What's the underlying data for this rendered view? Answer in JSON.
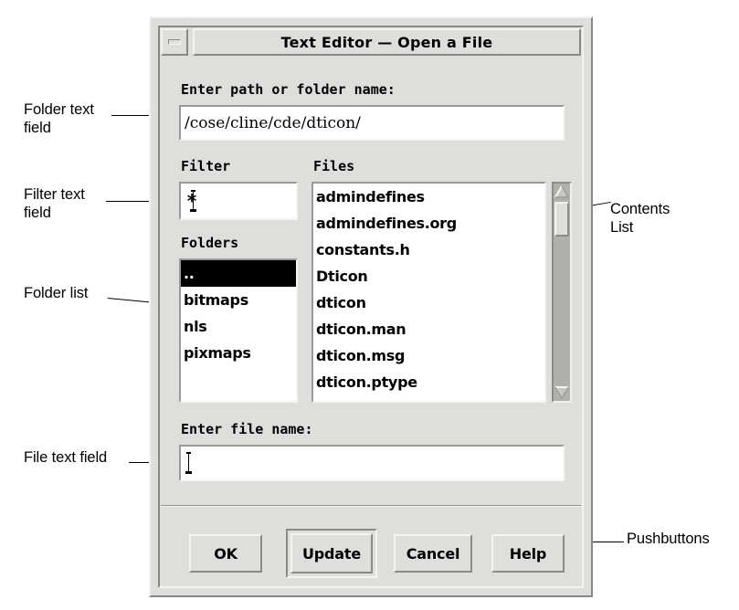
{
  "window": {
    "title": "Text Editor — Open a File",
    "minimize_label": "minimize"
  },
  "dialog": {
    "path_label": "Enter path or folder name:",
    "path_value": "/cose/cline/cde/dticon/",
    "filter_label": "Filter",
    "filter_value": "*",
    "folders_label": "Folders",
    "folders": [
      {
        "name": "..",
        "selected": true
      },
      {
        "name": "bitmaps",
        "selected": false
      },
      {
        "name": "nls",
        "selected": false
      },
      {
        "name": "pixmaps",
        "selected": false
      }
    ],
    "files_label": "Files",
    "files": [
      "admindefines",
      "admindefines.org",
      "constants.h",
      "Dticon",
      "dticon",
      "dticon.man",
      "dticon.msg",
      "dticon.ptype"
    ],
    "filename_label": "Enter file name:",
    "filename_value": "",
    "buttons": [
      {
        "label": "OK",
        "default": false
      },
      {
        "label": "Update",
        "default": true
      },
      {
        "label": "Cancel",
        "default": false
      },
      {
        "label": "Help",
        "default": false
      }
    ]
  },
  "annotations": [
    {
      "text": "Folder text\nfield"
    },
    {
      "text": "Filter text\nfield"
    },
    {
      "text": "Folder list"
    },
    {
      "text": "File text field"
    },
    {
      "text": "Contents\nList"
    },
    {
      "text": "Pushbuttons"
    }
  ],
  "colors": {
    "face": "#dededc",
    "shadow_dark": "#888886",
    "shadow_light": "#f2f2f0",
    "field_bg": "#ffffff",
    "selection_bg": "#000000",
    "scrollbar_trough": "#b0b0ae",
    "text": "#000000"
  }
}
